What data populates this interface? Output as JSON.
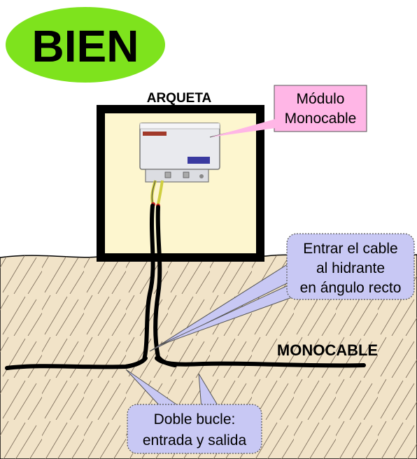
{
  "badge": {
    "text": "BIEN",
    "color": "#7ee31d"
  },
  "arqueta_label": "ARQUETA",
  "module": {
    "brand_text": "",
    "callout_lines": [
      "Módulo",
      "Monocable"
    ],
    "callout_color": "#ffb6e6"
  },
  "hydrant_callout": {
    "lines": [
      "Entrar el cable",
      "al hidrante",
      "en ángulo recto"
    ],
    "color": "#c8c8f4"
  },
  "monocable_label": "MONOCABLE",
  "loop_callout": {
    "lines": [
      "Doble bucle:",
      "entrada y salida"
    ],
    "color": "#c8c8f4"
  },
  "colors": {
    "ground": "#f1e3c8",
    "arqueta_fill": "#fdf6cf",
    "cable": "#000000"
  }
}
